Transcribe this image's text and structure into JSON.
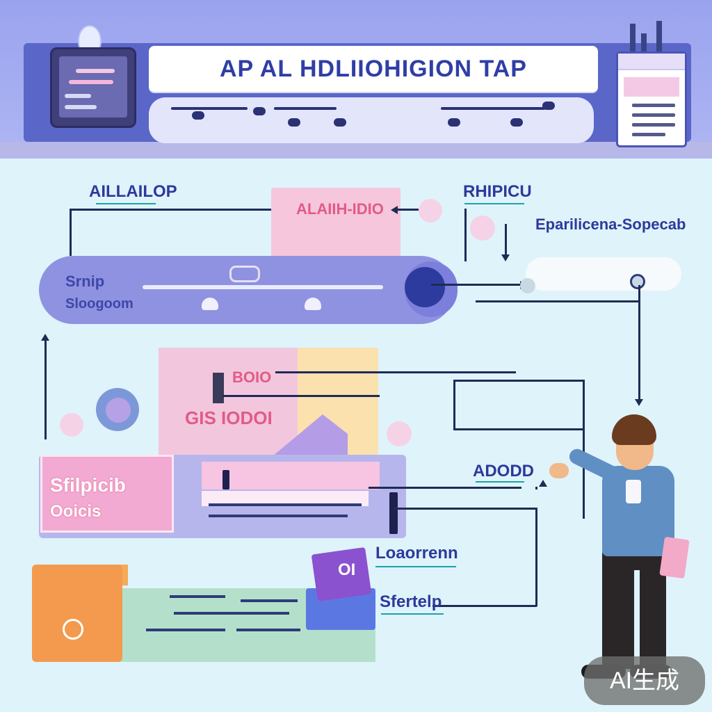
{
  "header": {
    "title": "AP AL HDLIIOHIGION TAP   FDRCIOODINS"
  },
  "labels": {
    "top_left": "AILLAILOP",
    "top_center": "ALAIIH-IDIO",
    "top_right_a": "RHIPICU",
    "top_right_b": "Eparilicena-Sopecab",
    "pipe_a": "Srnip",
    "pipe_b": "Sloogoom",
    "center_a": "BOIO",
    "center_b": "GIS IODOI",
    "mid_right": "ADODD",
    "mid_left_a": "Sfilpicib",
    "mid_left_b": "Ooicis",
    "bottom_a": "Loaorrenn",
    "bottom_b": "Sfertelp",
    "purple_card": "OI",
    "watermark": "AI生成"
  },
  "icons": {
    "bulb": "lightbulb-icon",
    "heart": "heart-icon"
  },
  "colors": {
    "header_band": "#5a66c8",
    "title_text": "#2f3ea6",
    "pipe": "#8f92e0",
    "pink": "#f2c7dd",
    "orange": "#f39a4e",
    "green": "#b4e0cb",
    "background": "#dff3fb"
  }
}
